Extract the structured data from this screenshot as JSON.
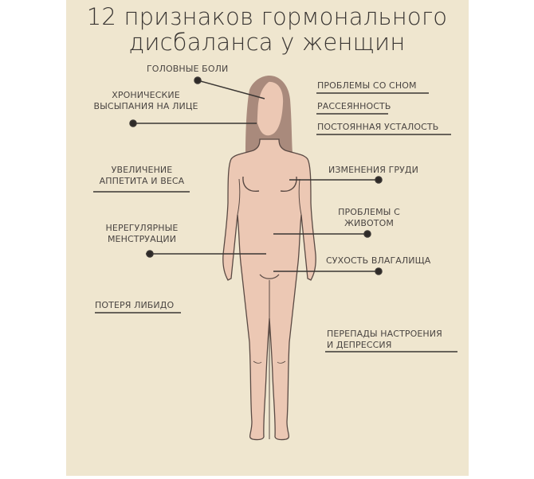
{
  "title": {
    "line1": "12 признаков  гормонального",
    "line2": "дисбаланса  у женщин"
  },
  "colors": {
    "background": "#efe6cf",
    "skin": "#ecc8b4",
    "hair": "#a98a7c",
    "line": "#3a3633",
    "text": "#4a4542"
  },
  "labels": {
    "headache": "ГОЛОВНЫЕ  БОЛИ",
    "acne_l1": "ХРОНИЧЕСКИЕ",
    "acne_l2": "ВЫСЫПАНИЯ  НА ЛИЦЕ",
    "appetite_l1": "УВЕЛИЧЕНИЕ",
    "appetite_l2": "АППЕТИТА  И ВЕСА",
    "menstruation_l1": "НЕРЕГУЛЯРНЫЕ",
    "menstruation_l2": "МЕНСТРУАЦИИ",
    "libido": "ПОТЕРЯ  ЛИБИДО",
    "sleep": "ПРОБЛЕМЫ  СО СНОМ",
    "distraction": "РАССЕЯННОСТЬ",
    "fatigue": "ПОСТОЯННАЯ  УСТАЛОСТЬ",
    "breast": "ИЗМЕНЕНИЯ  ГРУДИ",
    "stomach_l1": "ПРОБЛЕМЫ  С",
    "stomach_l2": "ЖИВОТОМ",
    "dryness": "СУХОСТЬ  ВЛАГАЛИЩА",
    "mood_l1": "ПЕРЕПАДЫ  НАСТРОЕНИЯ",
    "mood_l2": "И ДЕПРЕССИЯ"
  }
}
